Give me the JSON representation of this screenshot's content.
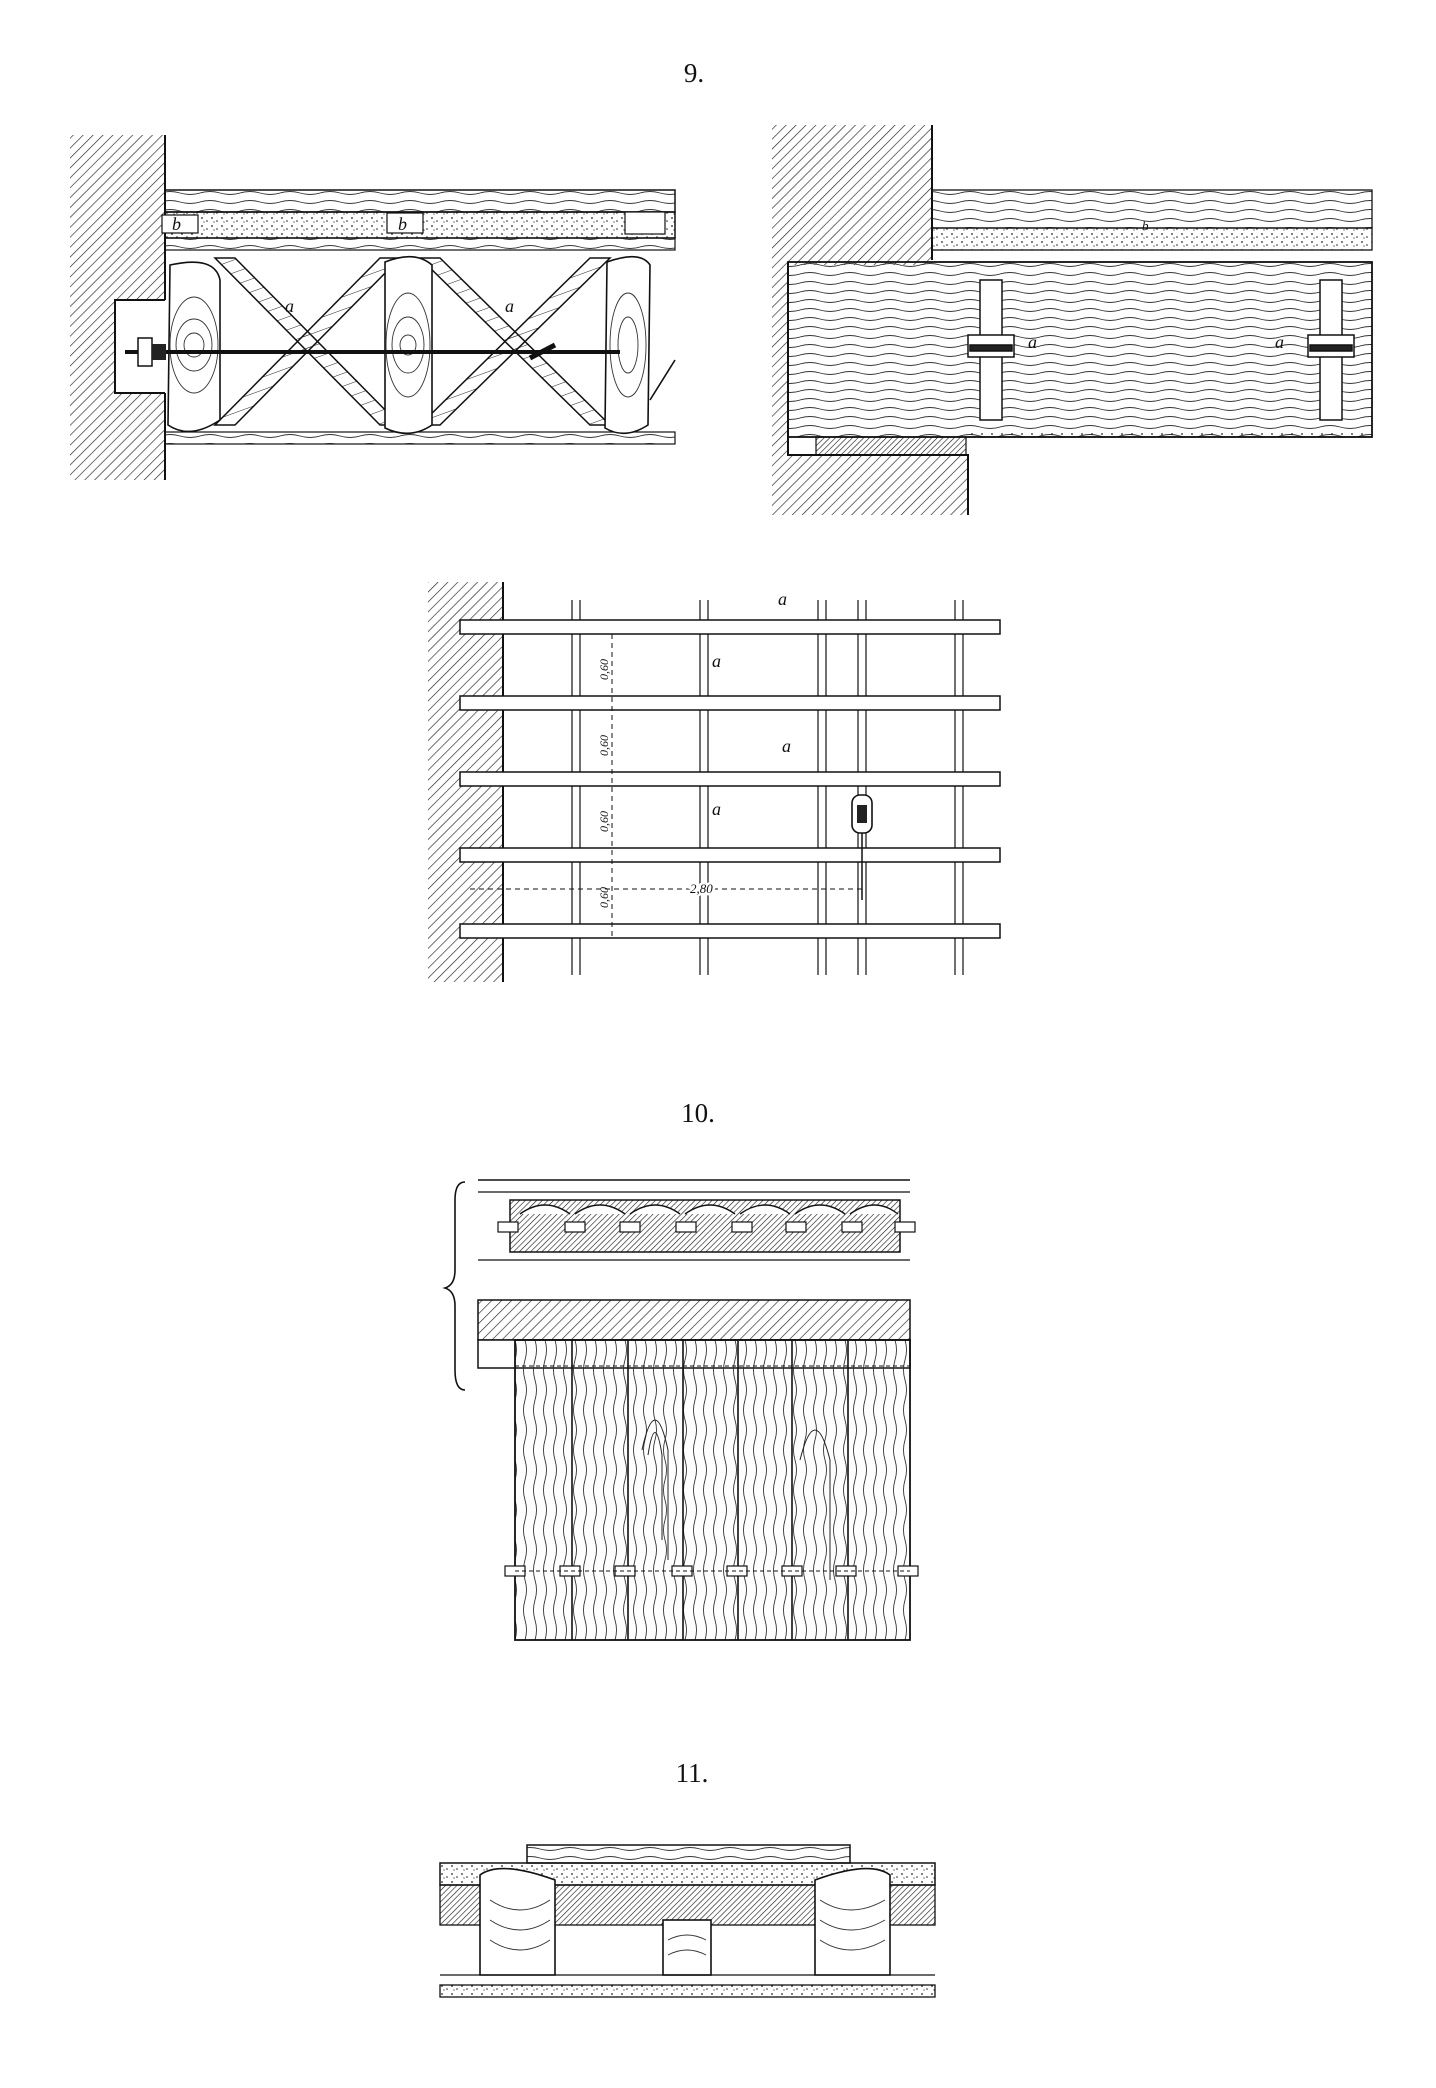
{
  "figures": {
    "fig9": {
      "number": "9.",
      "left_labels": {
        "a1": "a",
        "a2": "a",
        "b1": "b",
        "b2": "b"
      },
      "right_labels": {
        "a1": "a",
        "a2": "a",
        "b": "b"
      },
      "plan_labels": {
        "a1": "a",
        "a2": "a",
        "a3": "a",
        "a4": "a"
      },
      "plan_dimensions": {
        "spacing1": "0,60",
        "spacing2": "0,60",
        "spacing3": "0,60",
        "spacing4": "0,60",
        "span": "2,80"
      }
    },
    "fig10": {
      "number": "10."
    },
    "fig11": {
      "number": "11."
    }
  }
}
